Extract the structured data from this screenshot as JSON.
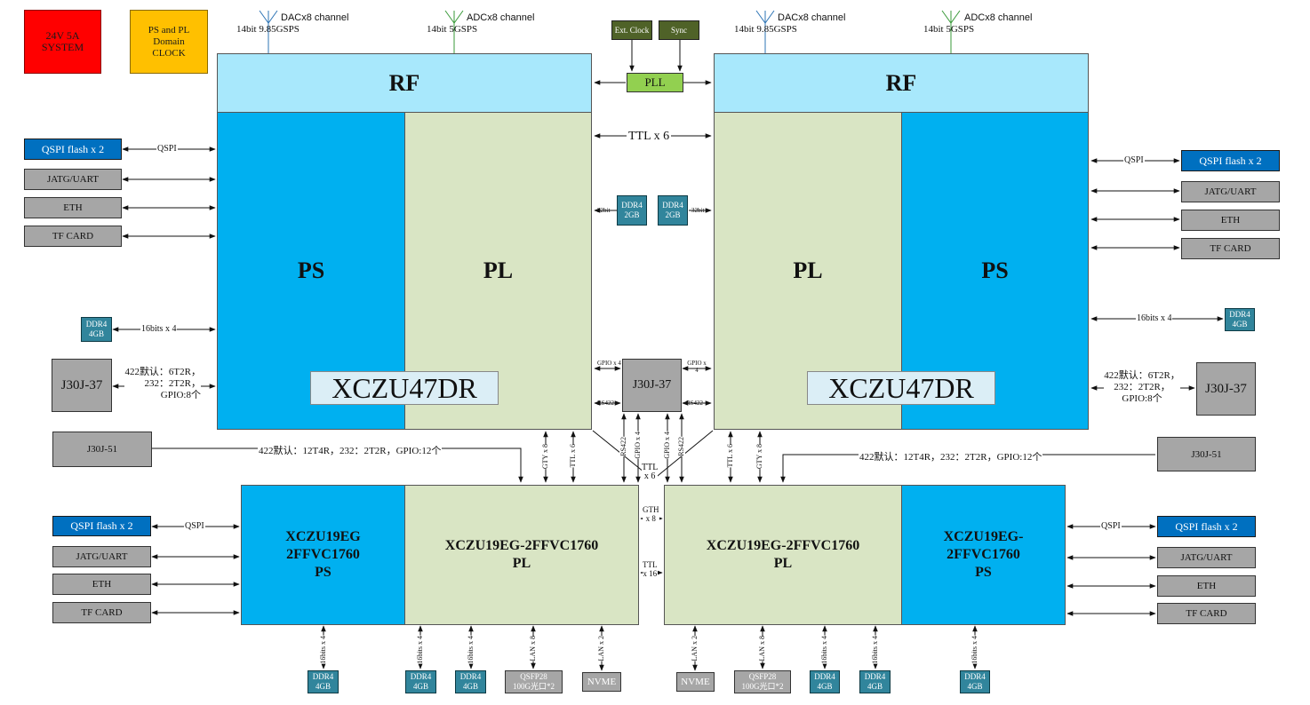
{
  "power": {
    "line1": "24V 5A",
    "line2": "SYSTEM"
  },
  "clock": {
    "line1": "PS and PL",
    "line2": "Domain",
    "line3": "CLOCK"
  },
  "antennas": {
    "dac_label": "DACx8 channel",
    "dac_rate": "14bit 9.85GSPS",
    "adc_label": "ADCx8 channel",
    "adc_rate": "14bit 5GSPS"
  },
  "ext_clock": "Ext. Clock",
  "sync": "Sync",
  "pll": "PLL",
  "rf": "RF",
  "ps": "PS",
  "pl": "PL",
  "chip_top": "XCZU47DR",
  "ttl_x6_top": "TTL x 6",
  "qspi_flash": "QSPI flash x 2",
  "qspi": "QSPI",
  "jatg_uart": "JATG/UART",
  "eth": "ETH",
  "tf_card": "TF CARD",
  "ddr4": "DDR4",
  "ddr4_4gb": "4GB",
  "ddr4_2gb": "2GB",
  "bits16x4": "16bits x 4",
  "bit32": "32bit",
  "j30j37": "J30J-37",
  "j30j37_desc": {
    "l1": "422默认：6T2R，",
    "l2": "232：2T2R，",
    "l3": "GPIO:8个"
  },
  "j30j51": "J30J-51",
  "j30j51_desc": "422默认：12T4R，232：2T2R，GPIO:12个",
  "gpio_x4": "GPIO x 4",
  "rs422": "RS422",
  "gty_x8": "GTY x 8",
  "ttl_x6": "TTL x 6",
  "ttl": "TTL",
  "x6": "x 6",
  "gth": "GTH",
  "x8": "x 8",
  "ttl2": "TTL",
  "x16": "x 16",
  "bottom_ps": {
    "l1": "XCZU19EG",
    "l2": "2FFVC1760",
    "l3": "PS"
  },
  "bottom_ps_right": {
    "l1": "XCZU19EG-",
    "l2": "2FFVC1760",
    "l3": "PS"
  },
  "bottom_pl": {
    "l1": "XCZU19EG-2FFVC1760",
    "l2": "PL"
  },
  "lan_x2": "LAN x 2",
  "lan_x8": "LAN x 8",
  "qsfp": {
    "l1": "QSFP28",
    "l2": "100G光口*2"
  },
  "nvme": "NVME",
  "colors": {
    "rf": "#a8e8fc",
    "ps": "#00b0f0",
    "pl": "#d9e5c4",
    "ddr": "#31859c",
    "flash": "#0070c0",
    "grey": "#a6a6a6",
    "pll": "#92d050"
  }
}
